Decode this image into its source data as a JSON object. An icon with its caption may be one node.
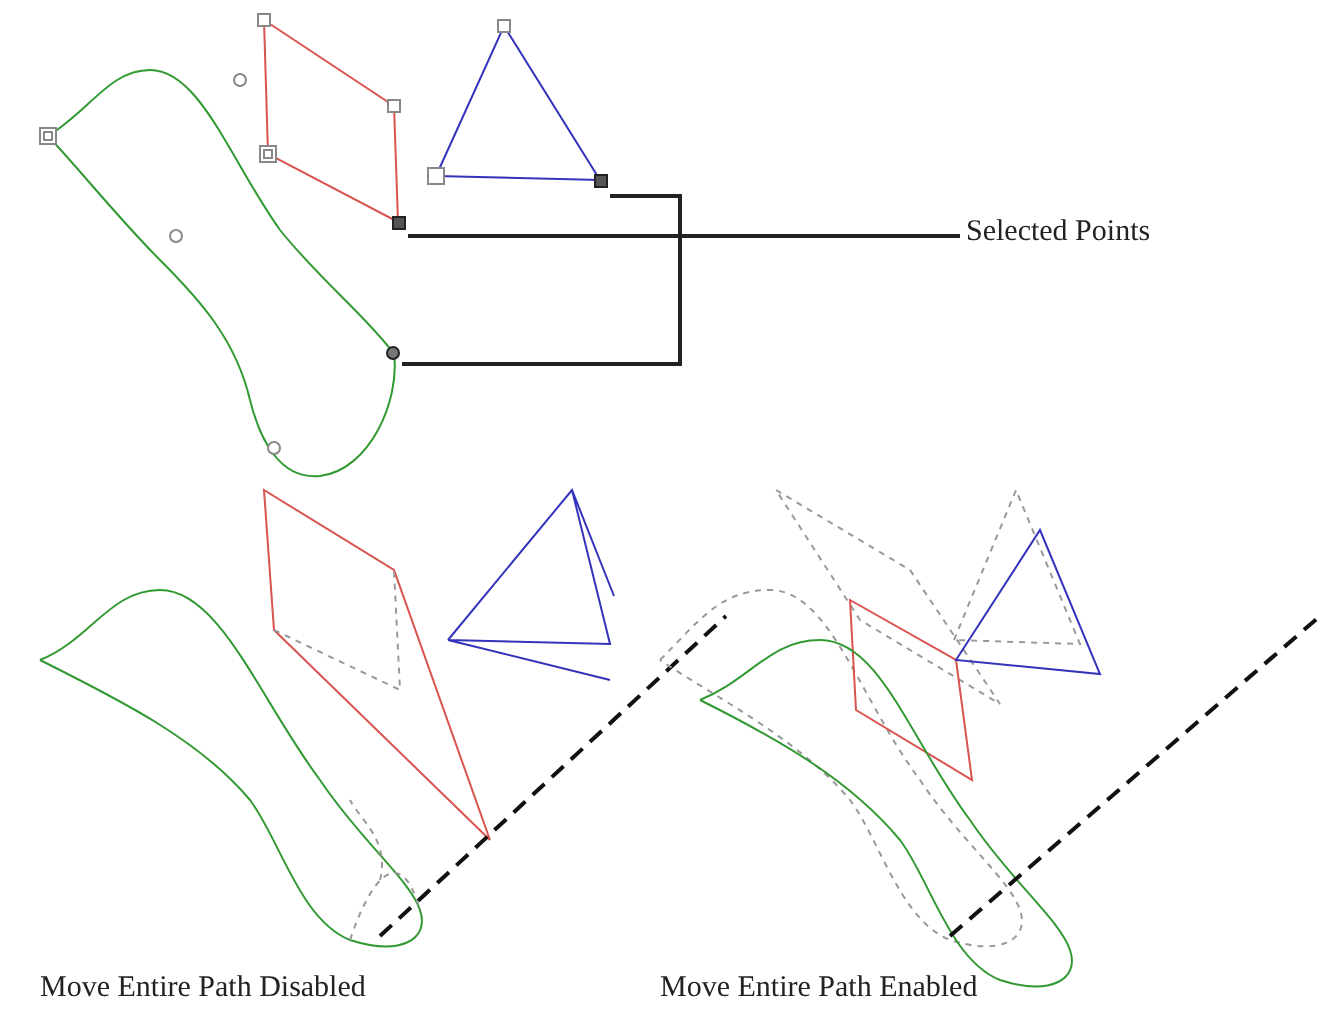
{
  "diagram": {
    "nodes": [
      {
        "text": [
          "Selected Points"
        ]
      },
      {
        "text": [],
        "shape": "box"
      },
      {
        "text": [],
        "shape": "box"
      },
      {
        "text": [],
        "shape": "circle"
      }
    ],
    "edges": [
      {
        "from": 0,
        "to": 1,
        "arrow": "none"
      },
      {
        "from": 0,
        "to": 2,
        "arrow": "none"
      },
      {
        "from": 0,
        "to": 3,
        "arrow": "none"
      }
    ],
    "labels": [
      "Move Entire Path Disabled",
      "Move Entire Path Enabled"
    ]
  }
}
